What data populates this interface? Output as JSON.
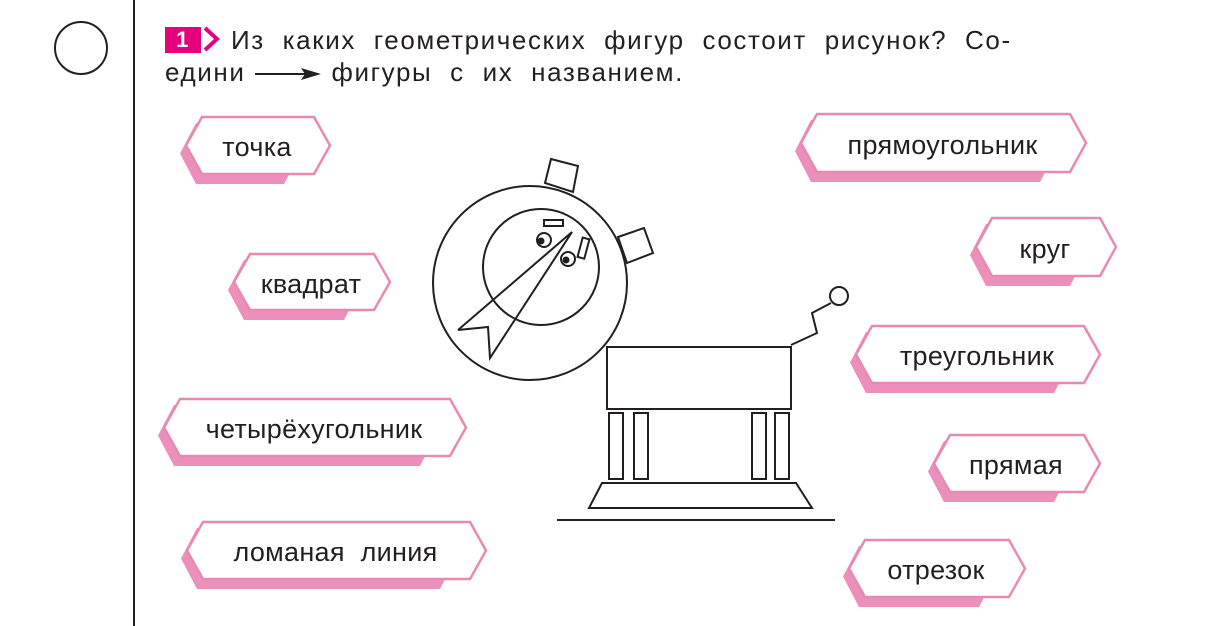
{
  "task": {
    "number": "1",
    "line1": "Из каких геометрических фигур состоит рисунок? Со-",
    "line2_before_arrow": "едини",
    "line2_after_arrow": "фигуры с их названием.",
    "arrow_icon": "right-arrow"
  },
  "labels": [
    "точка",
    "квадрат",
    "четырёхугольник",
    "ломаная линия",
    "прямоугольник",
    "круг",
    "треугольник",
    "прямая",
    "отрезок"
  ],
  "colors": {
    "accent": "#e5007e",
    "label_border": "#e889b4",
    "label_shadow": "#ec8fba"
  }
}
